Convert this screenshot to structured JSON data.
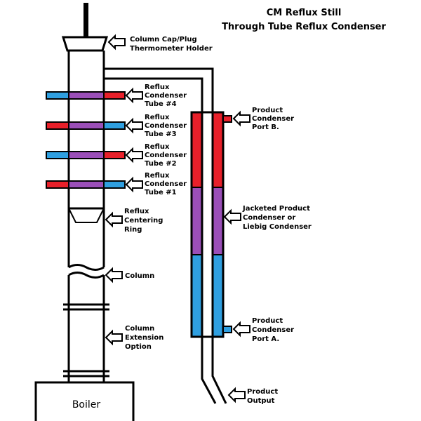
{
  "title": {
    "line1": "CM Reflux Still",
    "line2": "Through Tube Reflux Condenser"
  },
  "labels": {
    "cap": [
      "Column Cap/Plug",
      "Thermometer Holder"
    ],
    "tube4": [
      "Reflux",
      "Condenser",
      "Tube #4"
    ],
    "tube3": [
      "Reflux",
      "Condenser",
      "Tube #3"
    ],
    "tube2": [
      "Reflux",
      "Condenser",
      "Tube #2"
    ],
    "tube1": [
      "Reflux",
      "Condenser",
      "Tube #1"
    ],
    "ring": [
      "Reflux",
      "Centering",
      "Ring"
    ],
    "column": [
      "Column"
    ],
    "extension": [
      "Column",
      "Extension",
      "Option"
    ],
    "portB": [
      "Product",
      "Condenser",
      "Port B."
    ],
    "jacketed": [
      "Jacketed Product",
      "Condenser or",
      "Liebig Condenser"
    ],
    "portA": [
      "Product",
      "Condenser",
      "Port A."
    ],
    "output": [
      "Product",
      "Output"
    ],
    "boiler": "Boiler"
  },
  "colors": {
    "hot": "#e8202a",
    "cold": "#2f9fe0",
    "mixed": "#9b4fb8",
    "outline": "#000000"
  },
  "icons": [
    "left-arrow-icon"
  ]
}
